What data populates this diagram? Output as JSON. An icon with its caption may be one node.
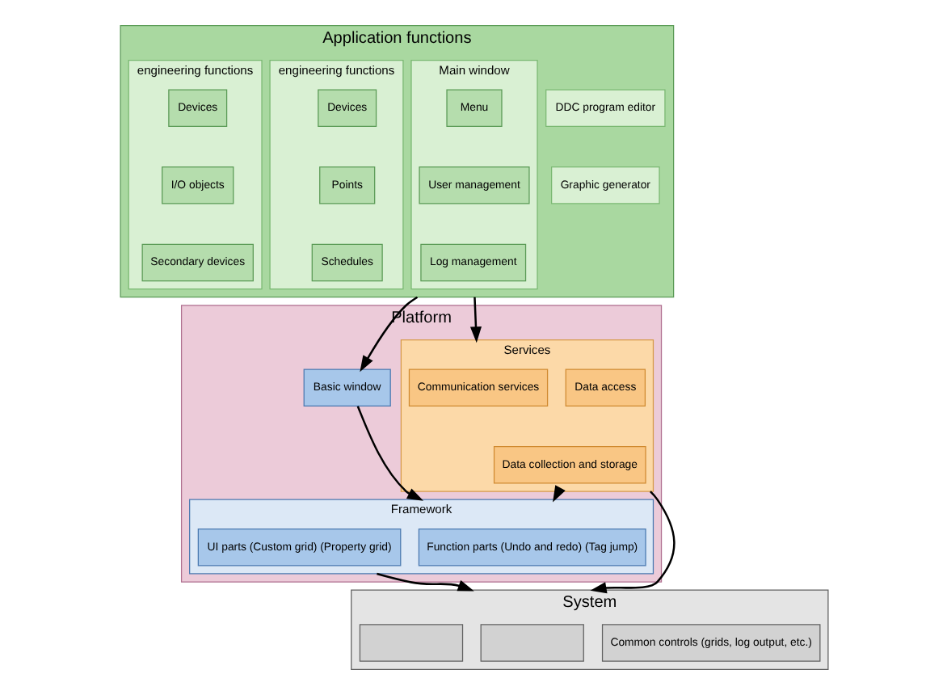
{
  "diagram": {
    "nodes": [
      {
        "text": [
          "Application functions"
        ]
      },
      {
        "text": [
          "Main window"
        ],
        "in": 0
      },
      {
        "text": [
          "Menu"
        ],
        "in": 1
      },
      {
        "text": [
          "User management"
        ],
        "in": 1
      },
      {
        "text": [
          "Log management"
        ],
        "in": 1
      },
      {
        "text": [
          "engineering functions"
        ],
        "in": 0
      },
      {
        "text": [
          "Devices"
        ],
        "in": 5
      },
      {
        "text": [
          "Points"
        ],
        "in": 5
      },
      {
        "text": [
          "Schedules"
        ],
        "in": 5
      },
      {
        "text": [
          "engineering functions"
        ],
        "in": 0
      },
      {
        "text": [
          "Devices"
        ],
        "in": 9
      },
      {
        "text": [
          "I/O objects"
        ],
        "in": 9
      },
      {
        "text": [
          "Secondary devices"
        ],
        "in": 9
      },
      {
        "text": [
          "DDC program editor"
        ],
        "in": 0
      },
      {
        "text": [
          "Graphic generator"
        ],
        "in": 0
      },
      {
        "text": [
          "Platform"
        ]
      },
      {
        "text": [
          "Basic window"
        ],
        "in": 15
      },
      {
        "text": [
          "Framework"
        ],
        "in": 15
      },
      {
        "text": [
          "UI parts (Custom grid) (Property grid)"
        ],
        "in": 17
      },
      {
        "text": [
          "Function parts (Undo and redo) (Tag jump)"
        ],
        "in": 17
      },
      {
        "text": [
          "Services"
        ],
        "in": 15
      },
      {
        "text": [
          "Communication services"
        ],
        "in": 20
      },
      {
        "text": [
          "Data access"
        ],
        "in": 20
      },
      {
        "text": [
          "Data collection and storage"
        ],
        "in": 20
      },
      {
        "text": [
          "System"
        ]
      },
      {
        "text": [],
        "shape": "box",
        "in": 24
      },
      {
        "text": [],
        "shape": "box",
        "in": 24
      },
      {
        "text": [
          "Common controls (grids, log output, etc.)"
        ],
        "in": 24
      }
    ],
    "edges": [
      {
        "from": 0,
        "to": 16,
        "arrow": "to"
      },
      {
        "from": 0,
        "to": 20,
        "arrow": "to"
      },
      {
        "from": 16,
        "to": 17,
        "arrow": "to"
      },
      {
        "from": 20,
        "to": 17,
        "arrow": "to"
      },
      {
        "from": 17,
        "to": 24,
        "arrow": "to"
      },
      {
        "from": 20,
        "to": 24,
        "arrow": "to"
      }
    ]
  }
}
